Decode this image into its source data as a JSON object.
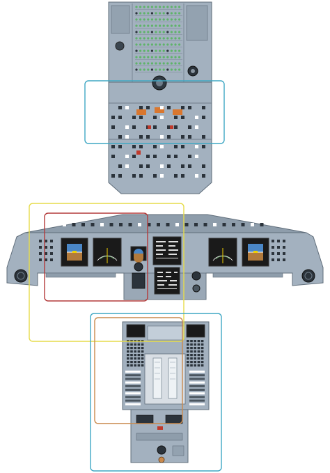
{
  "colors": {
    "panel": "#a3b1bf",
    "panel_dark": "#7d8c9a",
    "panel_light": "#c3ced9",
    "edge": "#5f6d7a",
    "screen": "#1a1a1a",
    "pfd_sky": "#4a86c6",
    "pfd_ground": "#b27a3c",
    "button_green": "#5fb36a",
    "button_red": "#c0392b",
    "amber": "#d9772f",
    "overlay_cyan": "#3fa7c4",
    "overlay_yellow": "#e6dc4a",
    "overlay_red": "#b33a3a",
    "overlay_orange": "#c9894c"
  },
  "sections": [
    {
      "name": "overhead-panel"
    },
    {
      "name": "main-instrument-panel"
    },
    {
      "name": "center-pedestal"
    }
  ],
  "overlays": [
    {
      "name": "overhead-cyan-frame",
      "color": "overlay_cyan"
    },
    {
      "name": "glareshield-yellow-frame",
      "color": "overlay_yellow"
    },
    {
      "name": "captain-red-frame",
      "color": "overlay_red"
    },
    {
      "name": "pedestal-cyan-frame",
      "color": "overlay_cyan"
    },
    {
      "name": "pedestal-orange-frame",
      "color": "overlay_orange"
    }
  ]
}
